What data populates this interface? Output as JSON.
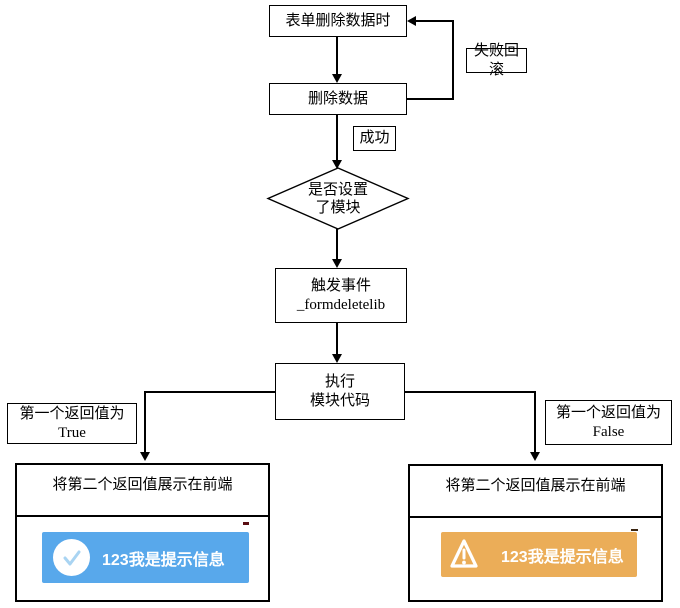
{
  "flow": {
    "start": "表单删除数据时",
    "rollback_label": "失败回滚",
    "delete": "删除数据",
    "success_label": "成功",
    "decision": {
      "line1": "是否设置",
      "line2": "了模块"
    },
    "trigger": {
      "line1": "触发事件",
      "line2": "_formdeletelib"
    },
    "execute": {
      "line1": "执行",
      "line2": "模块代码"
    },
    "branch_true": {
      "line1": "第一个返回值为",
      "line2": "True"
    },
    "branch_false": {
      "line1": "第一个返回值为",
      "line2": "False"
    },
    "result_left_title": "将第二个返回值展示在前端",
    "result_right_title": "将第二个返回值展示在前端"
  },
  "toasts": {
    "success": {
      "text": "123我是提示信息",
      "bg_color": "#58a8eb",
      "icon": "check-circle-icon",
      "check_color": "#a9d4f2"
    },
    "warning": {
      "text": "123我是提示信息",
      "bg_color": "#ebad58",
      "icon": "warning-triangle-icon"
    }
  },
  "colors": {
    "line": "#000000",
    "box_fill": "#ffffff",
    "text": "#000000"
  }
}
